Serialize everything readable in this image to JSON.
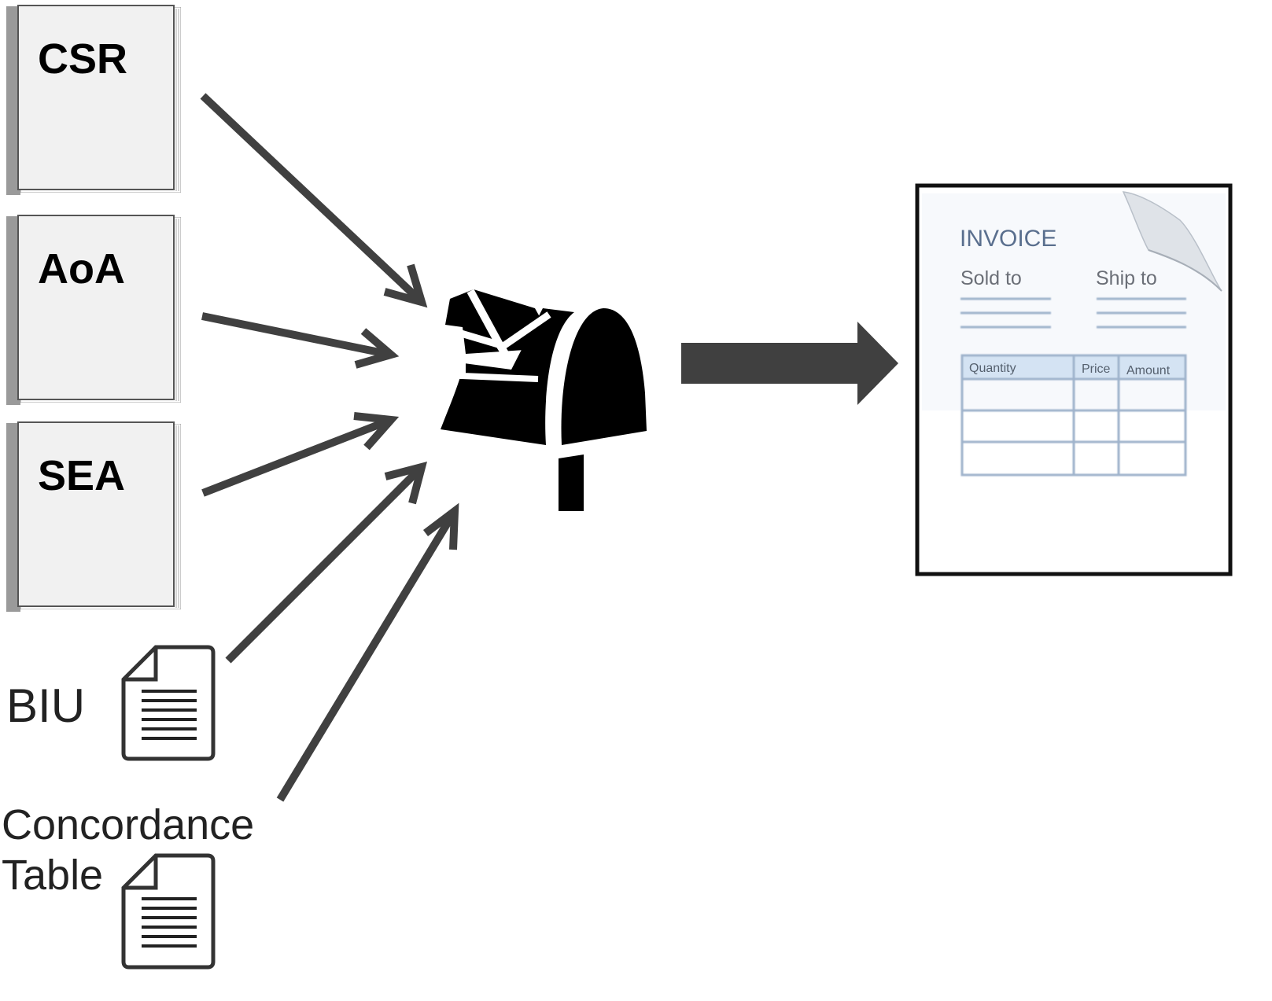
{
  "inputs": {
    "csr_label": "CSR",
    "aoa_label": "AoA",
    "sea_label": "SEA",
    "biu_label": "BIU",
    "concordance_line1": "Concordance",
    "concordance_line2": "Table"
  },
  "hub": {
    "icon": "mailbox-icon"
  },
  "output": {
    "icon": "invoice-document",
    "invoice_title": "INVOICE",
    "sold_to": "Sold to",
    "ship_to": "Ship to",
    "table_headers": [
      "Quantity",
      "Price",
      "Amount"
    ]
  },
  "colors": {
    "arrow": "#404040",
    "invoice_text": "#5a6f8e",
    "invoice_header_fill": "#d4e3f3",
    "invoice_lines": "#9fb3cc"
  }
}
